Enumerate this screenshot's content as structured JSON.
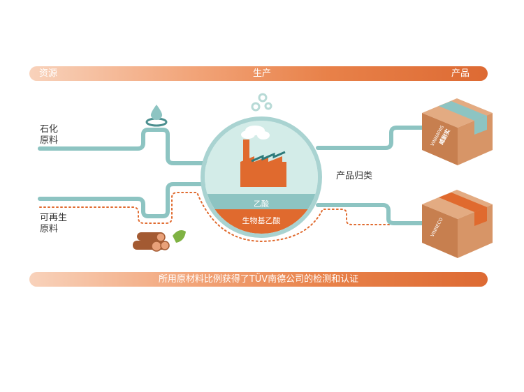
{
  "top_bar": {
    "left": "资源",
    "center": "生产",
    "right": "产品"
  },
  "bottom_bar": {
    "text": "所用原材料比例获得了TÜV南德公司的检测和认证"
  },
  "labels": {
    "petrochemical_line1": "石化",
    "petrochemical_line2": "原料",
    "renewable_line1": "可再生",
    "renewable_line2": "原料",
    "product_classification": "产品归类",
    "acetic_acid": "乙酸",
    "bio_acetic_acid": "生物基乙酸"
  },
  "products": {
    "box1_brand": "VINNAPAS",
    "box1_brand_cn": "威耐实",
    "box2_brand": "VINNECO"
  },
  "colors": {
    "accent_orange": "#e06a2e",
    "pipe_teal": "#8dc4c2",
    "circle_border": "#a9d3d1",
    "circle_fill": "#d3ece8",
    "box_cardboard": "#c9875a",
    "leaf_green": "#7fb243"
  },
  "icons": [
    "gear-icon",
    "water-drop-icon",
    "factory-icon",
    "wood-logs-icon",
    "leaf-icon",
    "product-box-icon"
  ]
}
